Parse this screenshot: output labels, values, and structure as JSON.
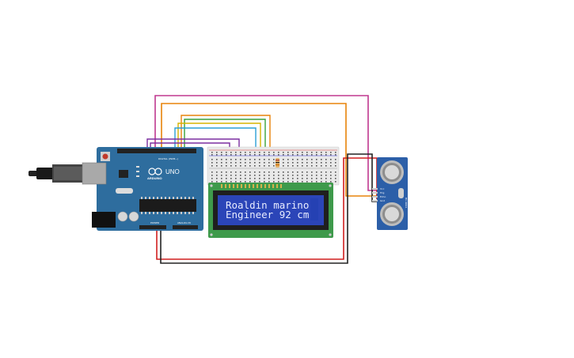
{
  "lcd": {
    "line1": "Roaldin marino",
    "line2": "Engineer 92 cm"
  },
  "arduino": {
    "model_label": "UNO",
    "brand_label": "ARDUINO",
    "digital_header_label": "DIGITAL (PWM~)",
    "power_label": "POWER",
    "analog_label": "ANALOG IN"
  },
  "sensor": {
    "model_label": "HC-SR04",
    "pin_labels": [
      "Vcc",
      "Trig",
      "Echo",
      "Gnd"
    ]
  },
  "colors": {
    "arduino_board": "#2e6d9e",
    "lcd_pcb": "#3e9a4b",
    "lcd_screen": "#2b45b8",
    "sensor_board": "#2c5fa8",
    "breadboard": "#e9e9e9",
    "wire_magenta": "#c0388f",
    "wire_orange": "#e8830a",
    "wire_green": "#3aa13a",
    "wire_yellow": "#d6b400",
    "wire_cyan": "#2a9fd6",
    "wire_purple": "#7b2fa0",
    "wire_red": "#d11f1f",
    "wire_black": "#222222"
  }
}
